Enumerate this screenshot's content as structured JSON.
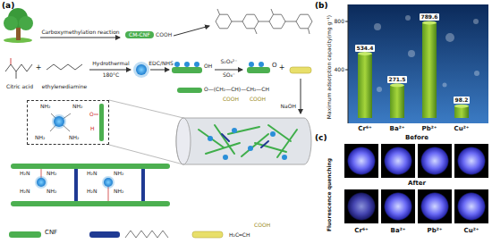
{
  "diagram": {
    "nodes": [
      {
        "text": [
          "CM-CNF",
          "COOH"
        ]
      },
      {
        "text": [
          "NH₂",
          "NH₂",
          "NH₂",
          "NH₂",
          "O",
          "H"
        ]
      }
    ],
    "labels": [
      "(a)",
      "Carboxymethylation reaction",
      "Citric acid",
      "+",
      "ethylenediamine",
      "Hydrothermal",
      "180°C",
      "EDC/NHS",
      "OH",
      "S₂O₈²⁻",
      "SO₄⁻",
      "O",
      "+",
      "O—(CH₂—CH)—CH₂—CH",
      "COOH",
      "COOH",
      "NaOH",
      "(b)",
      "Maximum adsorption capacity(mg g⁻¹)",
      "800",
      "400",
      "534.4",
      "271.5",
      "789.6",
      "98.2",
      "Cr⁶⁺",
      "Ba²⁺",
      "Pb²⁺",
      "Cu²⁺",
      "(c)",
      "Before",
      "After",
      "Fluorescence quenching",
      "Cr⁶⁺",
      "Ba²⁺",
      "Pb²⁺",
      "Cu²⁺",
      "H₂N",
      "NH₂",
      "H₂N",
      "NH₂",
      "H₂N",
      "NH₂",
      "H₂N",
      "NH₂",
      "H₂C═CH",
      "COOH"
    ],
    "legend": [
      {
        "text": "CNF"
      }
    ]
  }
}
